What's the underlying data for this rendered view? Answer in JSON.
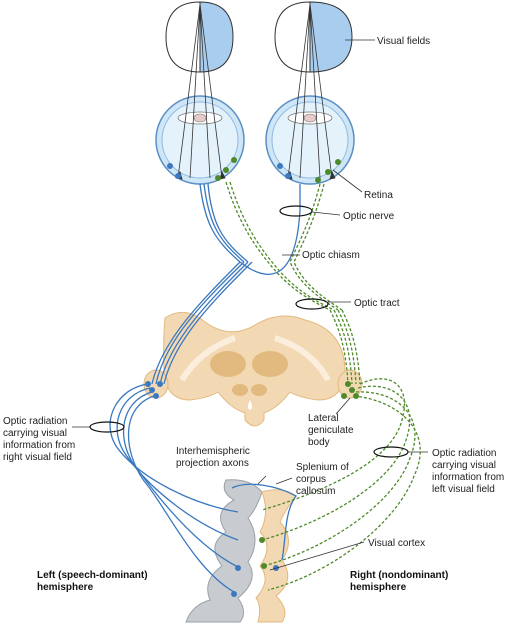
{
  "labels": {
    "visual_fields": "Visual fields",
    "retina": "Retina",
    "optic_nerve": "Optic nerve",
    "optic_chiasm": "Optic chiasm",
    "optic_tract": "Optic tract",
    "lgb": [
      "Lateral",
      "geniculate",
      "body"
    ],
    "radiation_left": [
      "Optic radiation",
      "carrying visual",
      "information from",
      "right visual field"
    ],
    "radiation_right": [
      "Optic radiation",
      "carrying visual",
      "information from",
      "left visual field"
    ],
    "interhemispheric": [
      "Interhemispheric",
      "projection axons"
    ],
    "splenium": [
      "Splenium of",
      "corpus",
      "callosum"
    ],
    "visual_cortex": "Visual cortex",
    "left_hemisphere": [
      "Left (speech-dominant)",
      "hemisphere"
    ],
    "right_hemisphere": [
      "Right (nondominant)",
      "hemisphere"
    ]
  },
  "colors": {
    "blue_path": "#3a78c0",
    "green_path": "#4e8a2a",
    "field_fill": "#a9cdee",
    "eye_fill": "#cfe6f7",
    "brain_fill": "#f3d9b3",
    "nucleus_fill": "#e2b97e",
    "cortex_gray": "#c8ccd1"
  }
}
